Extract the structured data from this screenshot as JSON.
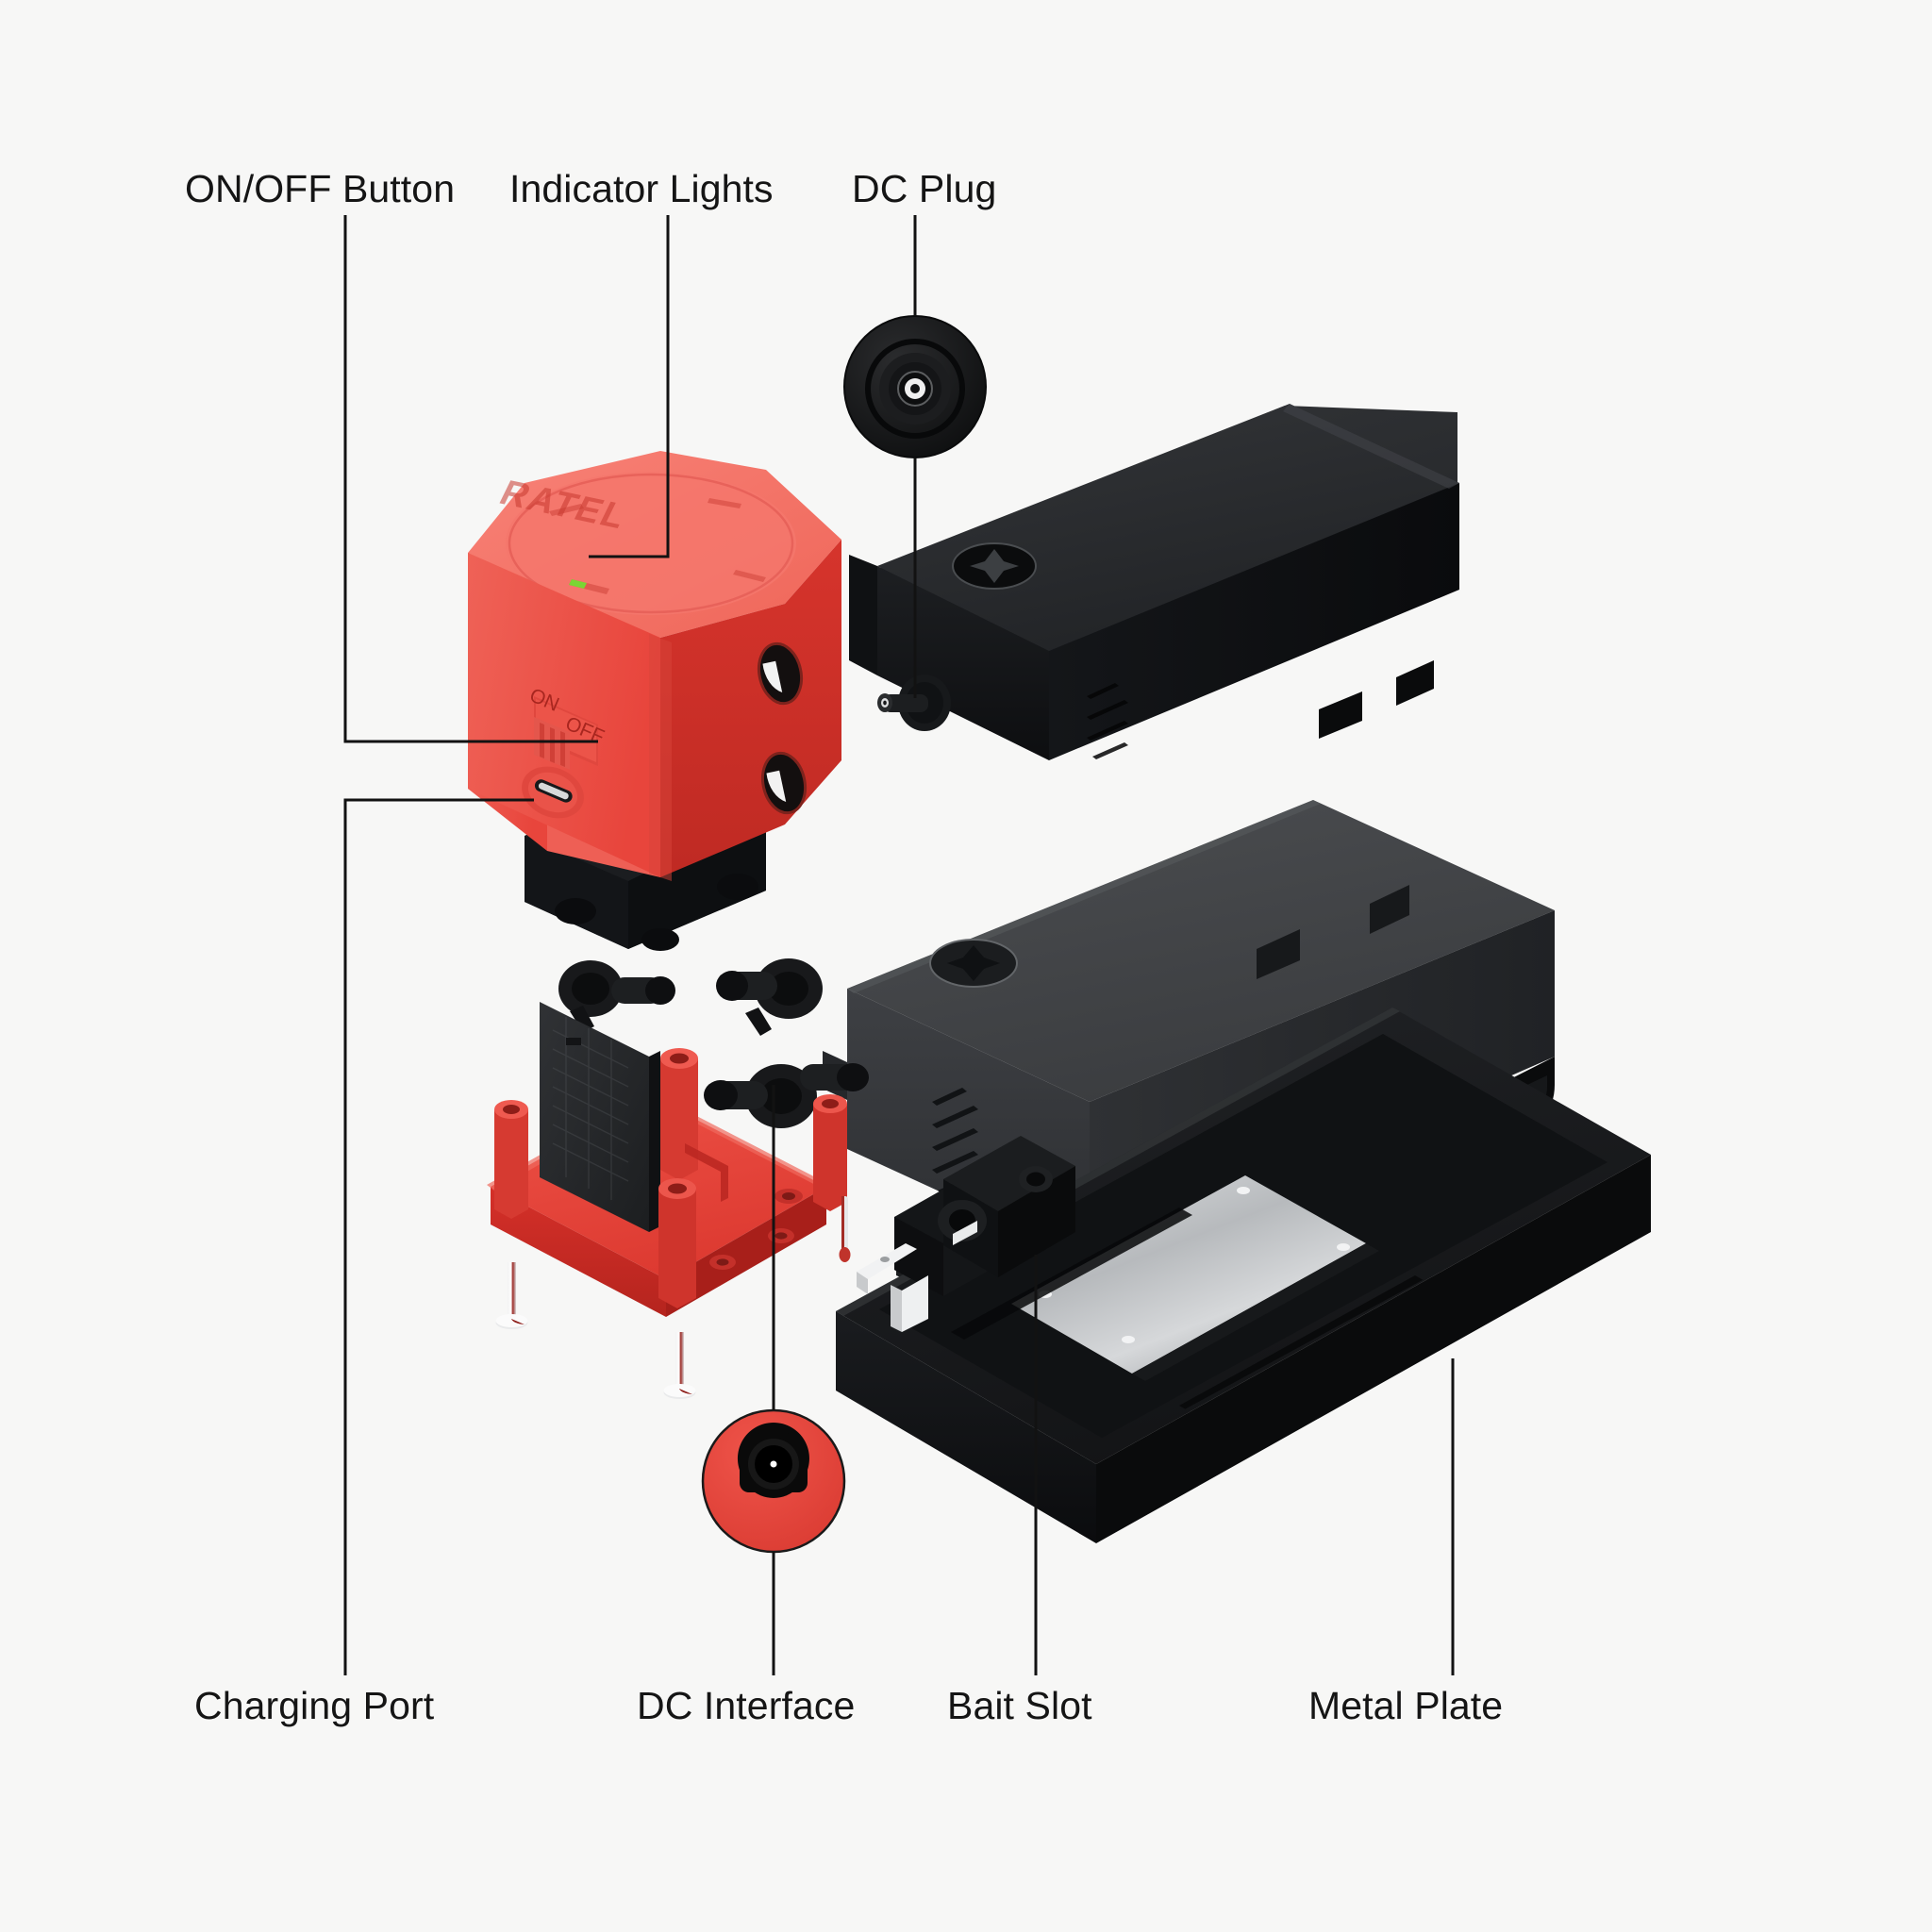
{
  "diagram": {
    "type": "exploded-view-product-diagram",
    "subject": "Rodent bait station / electronic trap",
    "background_color": "#f7f7f6",
    "label_color": "#151515",
    "leader_line_color": "#121212",
    "accent_red": "#e8453c",
    "accent_red_light": "#f0635a",
    "body_black": "#17181a",
    "body_charcoal": "#3a3b3d",
    "metal_silver": "#c9cbcd"
  },
  "callouts": {
    "top": [
      {
        "id": "on-off-button",
        "label": "ON/OFF Button"
      },
      {
        "id": "indicator-lights",
        "label": "Indicator Lights"
      },
      {
        "id": "dc-plug",
        "label": "DC Plug"
      }
    ],
    "bottom": [
      {
        "id": "charging-port",
        "label": "Charging Port"
      },
      {
        "id": "dc-interface",
        "label": "DC Interface"
      },
      {
        "id": "bait-slot",
        "label": "Bait Slot"
      },
      {
        "id": "metal-plate",
        "label": "Metal Plate"
      }
    ]
  },
  "switch": {
    "on_text": "ON",
    "off_text": "OFF"
  },
  "brand": {
    "logo_text": "RATEL"
  },
  "parts": [
    {
      "id": "red-head-module",
      "name": "Red control head module",
      "color": "#e8453c"
    },
    {
      "id": "upper-black-cover",
      "name": "Upper black battery cover",
      "color": "#17181a"
    },
    {
      "id": "lower-gray-cover",
      "name": "Lower charcoal housing cover",
      "color": "#3a3b3d"
    },
    {
      "id": "red-mount-plate",
      "name": "Red mounting plate with posts",
      "color": "#e8453c"
    },
    {
      "id": "pcb-board",
      "name": "Circuit board",
      "color": "#27282a"
    },
    {
      "id": "base-tray",
      "name": "Black base tray",
      "color": "#17181a"
    },
    {
      "id": "metal-plate-front",
      "name": "Front metal plate",
      "color": "#c9cbcd"
    },
    {
      "id": "metal-plate-rear",
      "name": "Rear metal plate",
      "color": "#c9cbcd"
    },
    {
      "id": "screw-left",
      "name": "Screw",
      "color": "#d8d9da"
    },
    {
      "id": "screw-right",
      "name": "Screw",
      "color": "#d8d9da"
    }
  ],
  "detail_bubbles": [
    {
      "id": "dc-plug-bubble",
      "kind": "black-barrel-plug-end",
      "face_color": "#17181a",
      "pin_color": "#e8e8e8"
    },
    {
      "id": "dc-interface-bubble",
      "kind": "red-barrel-jack-socket",
      "face_color": "#e8453c",
      "socket_color": "#000000"
    }
  ]
}
